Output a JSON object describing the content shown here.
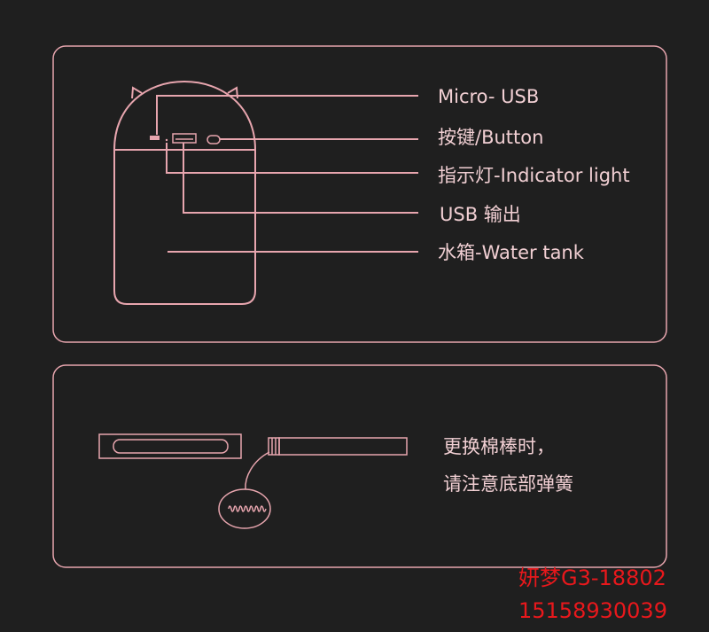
{
  "diagram": {
    "labels": {
      "micro_usb": "Micro- USB",
      "button": "按键/Button",
      "indicator": "指示灯-Indicator light",
      "usb_output": "USB  输出",
      "water_tank": "水箱-Water tank"
    },
    "note_line1": "更换棉棒时，",
    "note_line2": "请注意底部弹簧"
  },
  "watermark": {
    "line1": "妍梦G3-18802",
    "line2": "15158930039"
  },
  "colors": {
    "background": "#1f1f1f",
    "line": "#e7a5ae",
    "watermark": "#e8181c"
  }
}
